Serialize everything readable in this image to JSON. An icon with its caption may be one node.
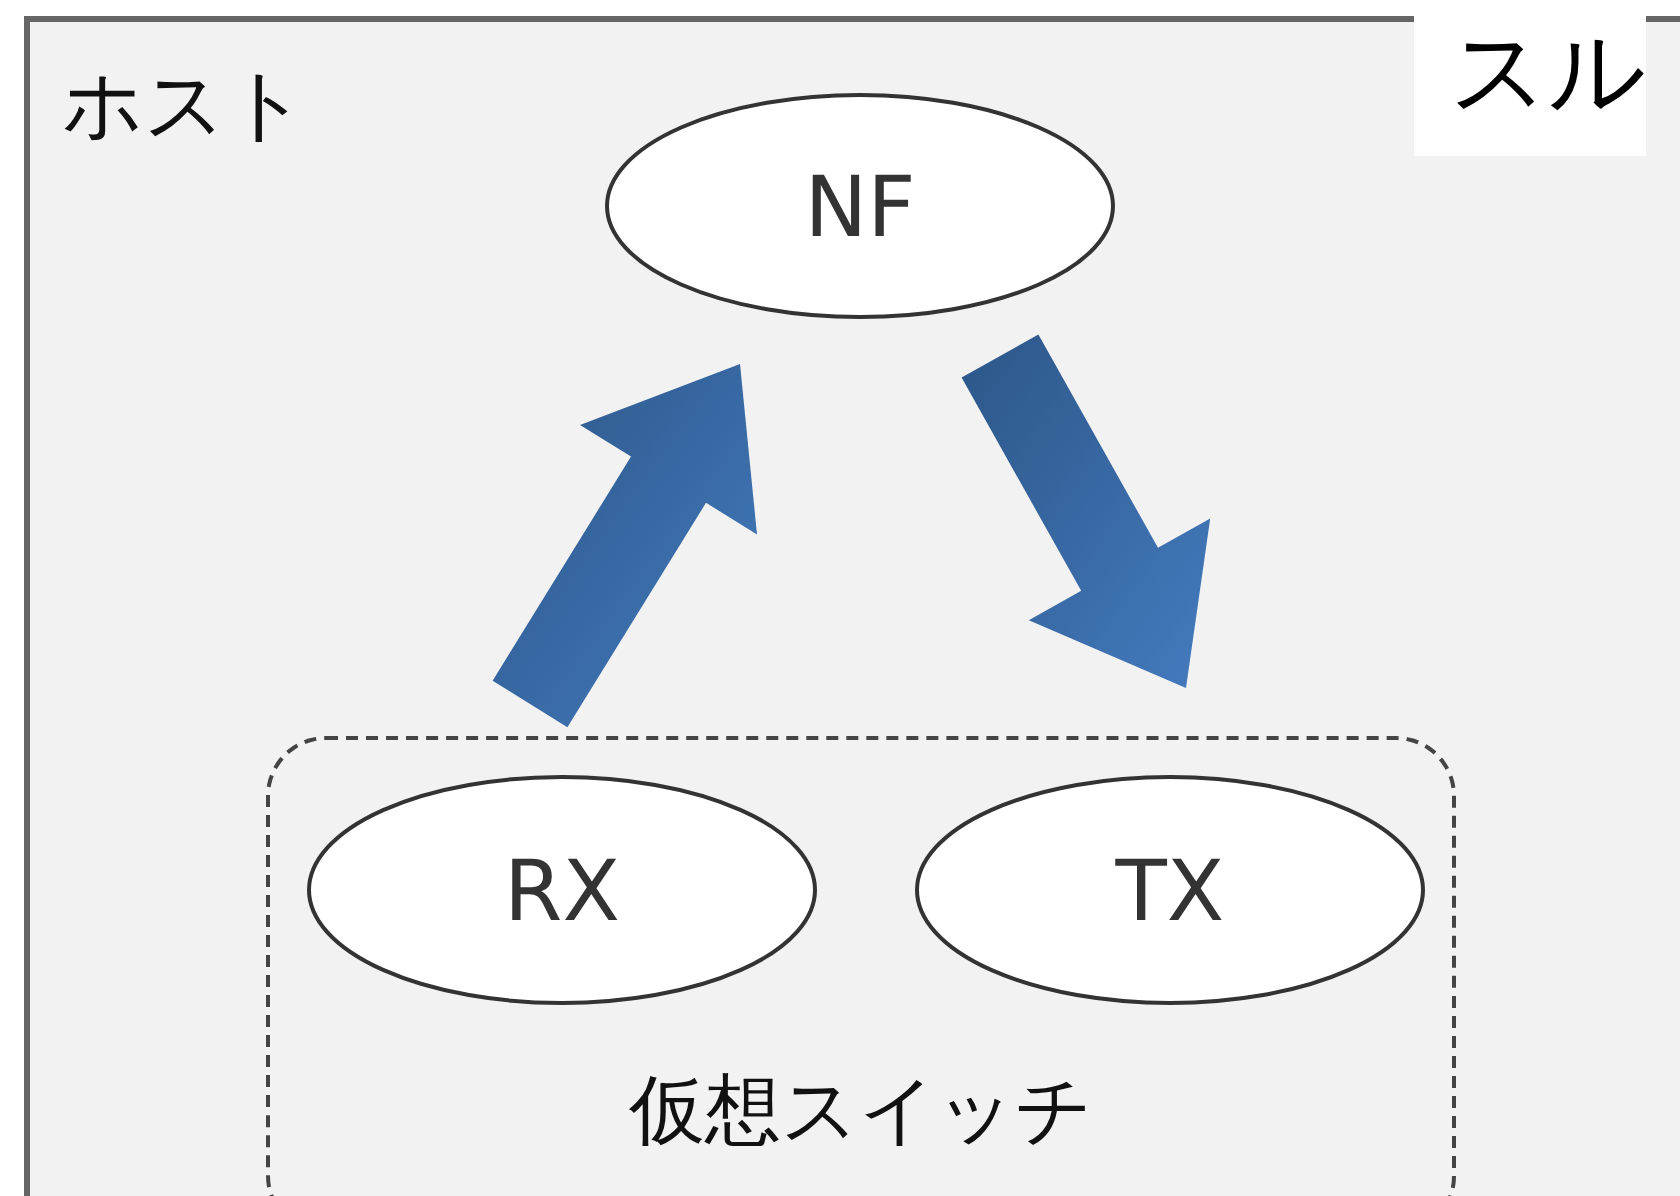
{
  "diagram": {
    "nodes": [
      {
        "text": [
          "ホスト"
        ]
      },
      {
        "text": [
          "NF"
        ],
        "in": 0
      },
      {
        "text": [
          "仮想スイッチ"
        ],
        "in": 0
      },
      {
        "text": [
          "RX"
        ],
        "in": 2
      },
      {
        "text": [
          "TX"
        ],
        "in": 2
      }
    ],
    "edges": [
      {
        "from": 3,
        "to": 1,
        "arrow": "to"
      },
      {
        "from": 1,
        "to": 4,
        "arrow": "to"
      }
    ],
    "labels": [
      "スル"
    ]
  }
}
